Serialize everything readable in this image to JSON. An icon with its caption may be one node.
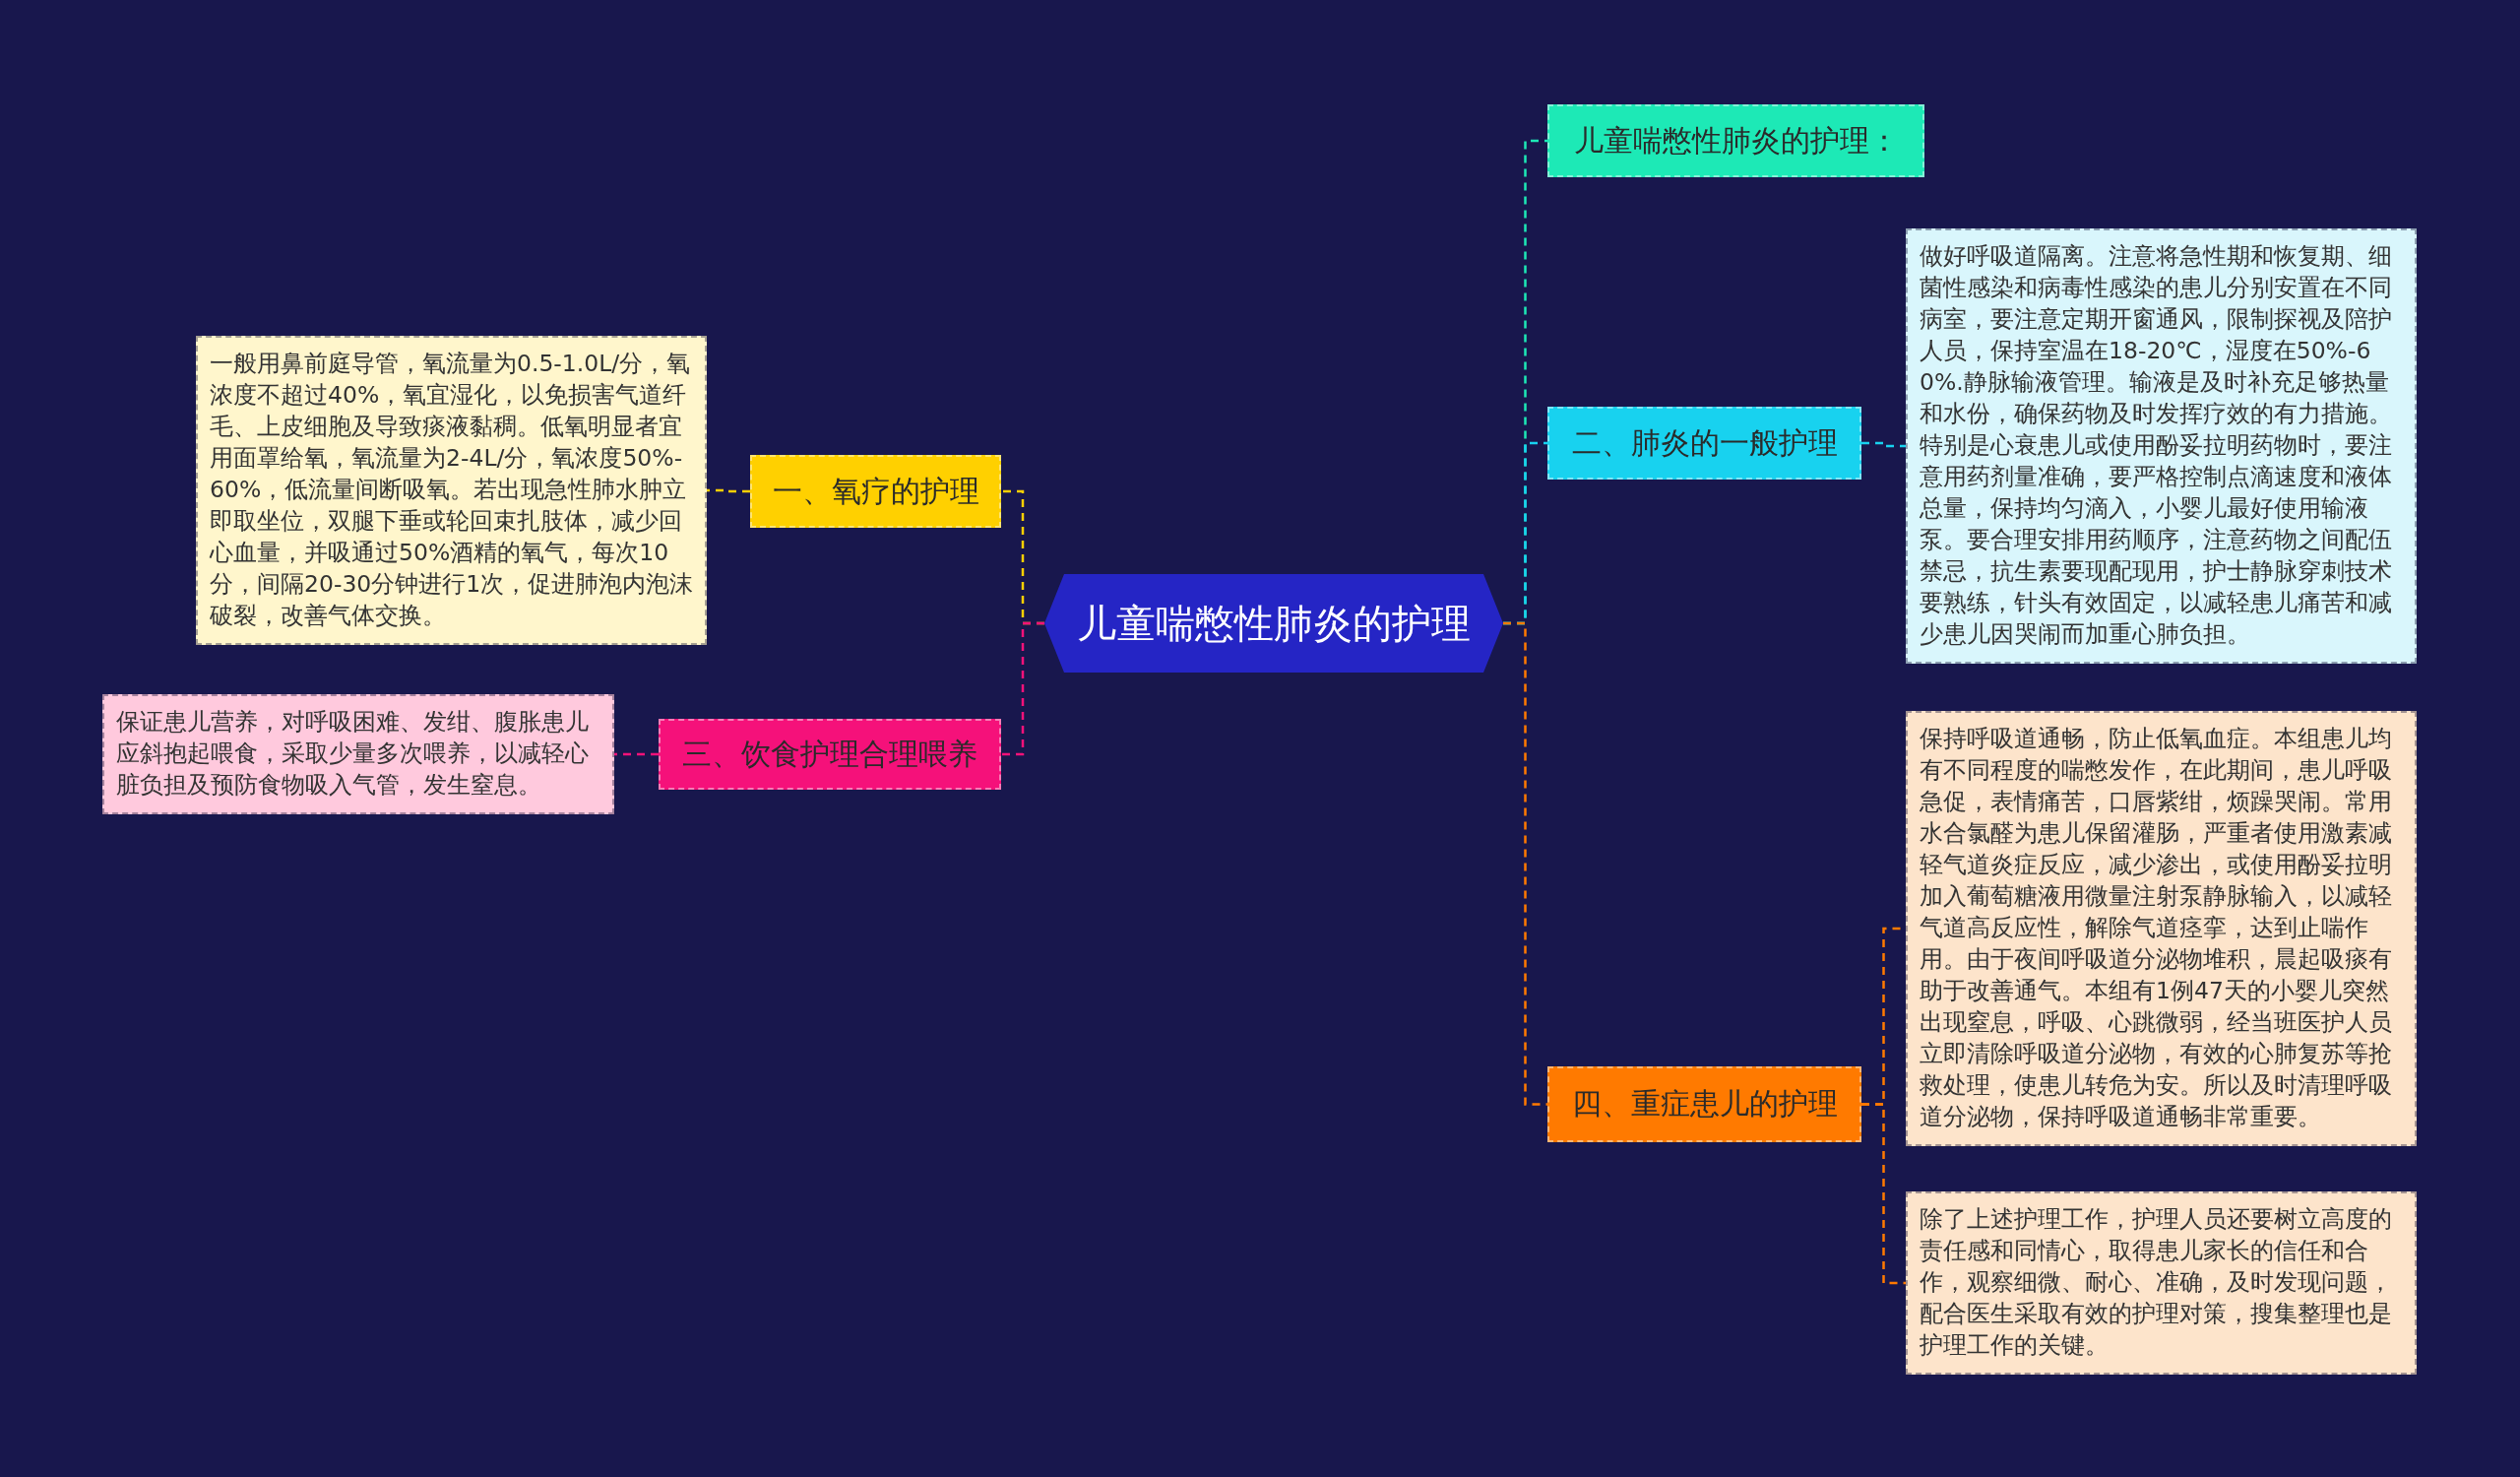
{
  "diagram": {
    "nodes": [
      {
        "text": [
          "儿童喘憋性肺炎的护理"
        ]
      },
      {
        "text": [
          "一、氧疗的护理"
        ]
      },
      {
        "text": [
          "一般用鼻前庭导管，氧流量为0.5-1.0L/分，氧浓度不超过40%，氧宜湿化，以免损害气道纤毛、上皮细胞及导致痰液黏稠。低氧明显者宜用面罩给氧，氧流量为2-4L/分，氧浓度50%-60%，低流量间断吸氧。若出现急性肺水肿立即取坐位，双腿下垂或轮回束扎肢体，减少回心血量，并吸通过50%酒精的氧气，每次10分，间隔20-30分钟进行1次，促进肺泡内泡沫破裂，改善气体交换。"
        ]
      },
      {
        "text": [
          "三、饮食护理合理喂养"
        ]
      },
      {
        "text": [
          "保证患儿营养，对呼吸困难、发绀、腹胀患儿应斜抱起喂食，采取少量多次喂养，以减轻心脏负担及预防食物吸入气管，发生窒息。"
        ]
      },
      {
        "text": [
          "儿童喘憋性肺炎的护理："
        ]
      },
      {
        "text": [
          "二、肺炎的一般护理"
        ]
      },
      {
        "text": [
          "做好呼吸道隔离。注意将急性期和恢复期、细菌性感染和病毒性感染的患儿分别安置在不同病室，要注意定期开窗通风，限制探视及陪护人员，保持室温在18-20℃，湿度在50%-60%.静脉输液管理。输液是及时补充足够热量和水份，确保药物及时发挥疗效的有力措施。特别是心衰患儿或使用酚妥拉明药物时，要注意用药剂量准确，要严格控制点滴速度和液体总量，保持均匀滴入，小婴儿最好使用输液泵。要合理安排用药顺序，注意药物之间配伍禁忌，抗生素要现配现用，护士静脉穿刺技术要熟练，针头有效固定，以减轻患儿痛苦和减少患儿因哭闹而加重心肺负担。"
        ]
      },
      {
        "text": [
          "四、重症患儿的护理"
        ]
      },
      {
        "text": [
          "保持呼吸道通畅，防止低氧血症。本组患儿均有不同程度的喘憋发作，在此期间，患儿呼吸急促，表情痛苦，口唇紫绀，烦躁哭闹。常用水合氯醛为患儿保留灌肠，严重者使用激素减轻气道炎症反应，减少渗出，或使用酚妥拉明加入葡萄糖液用微量注射泵静脉输入，以减轻气道高反应性，解除气道痉挛，达到止喘作用。由于夜间呼吸道分泌物堆积，晨起吸痰有助于改善通气。本组有1例47天的小婴儿突然出现窒息，呼吸、心跳微弱，经当班医护人员立即清除呼吸道分泌物，有效的心肺复苏等抢救处理，使患儿转危为安。所以及时清理呼吸道分泌物，保持呼吸道通畅非常重要。"
        ]
      },
      {
        "text": [
          "除了上述护理工作，护理人员还要树立高度的责任感和同情心，取得患儿家长的信任和合作，观察细微、耐心、准确，及时发现问题，配合医生采取有效的护理对策，搜集整理也是护理工作的关键。"
        ]
      }
    ],
    "edges": [
      {
        "from": 0,
        "to": 1,
        "arrow": "none",
        "style": "dashed",
        "color": "#ffd000"
      },
      {
        "from": 1,
        "to": 2,
        "arrow": "none",
        "style": "dashed",
        "color": "#ffd000"
      },
      {
        "from": 0,
        "to": 3,
        "arrow": "none",
        "style": "dashed",
        "color": "#f5117a"
      },
      {
        "from": 3,
        "to": 4,
        "arrow": "none",
        "style": "dashed",
        "color": "#f5117a"
      },
      {
        "from": 0,
        "to": 5,
        "arrow": "none",
        "style": "dashed",
        "color": "#1de9b6"
      },
      {
        "from": 0,
        "to": 6,
        "arrow": "none",
        "style": "dashed",
        "color": "#18d2ef"
      },
      {
        "from": 6,
        "to": 7,
        "arrow": "none",
        "style": "dashed",
        "color": "#18d2ef"
      },
      {
        "from": 0,
        "to": 8,
        "arrow": "none",
        "style": "dashed",
        "color": "#ff7a00"
      },
      {
        "from": 8,
        "to": 9,
        "arrow": "none",
        "style": "dashed",
        "color": "#ff7a00"
      },
      {
        "from": 8,
        "to": 10,
        "arrow": "none",
        "style": "dashed",
        "color": "#ff7a00"
      }
    ]
  }
}
